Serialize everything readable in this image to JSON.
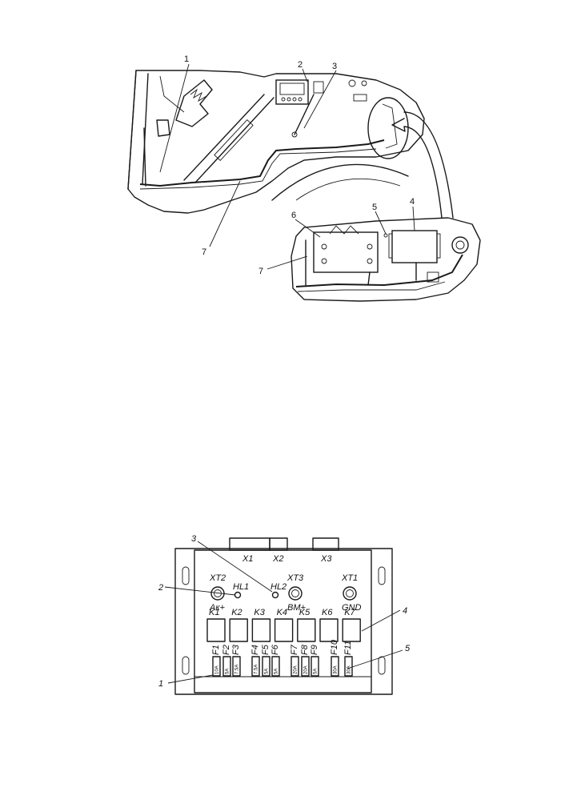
{
  "callouts_top": [
    "1",
    "2",
    "3",
    "4",
    "5",
    "6",
    "7",
    "7"
  ],
  "box": {
    "connectors": [
      "X1",
      "X2",
      "X3"
    ],
    "terminals": [
      {
        "name": "XT2",
        "sub": "Aк+"
      },
      {
        "name": "XT3",
        "sub": "ВМ+"
      },
      {
        "name": "XT1",
        "sub": "GND"
      }
    ],
    "leds": [
      "HL1",
      "HL2"
    ],
    "relays": [
      "K1",
      "K2",
      "K3",
      "K4",
      "K5",
      "K6",
      "K7"
    ],
    "fuses": [
      {
        "name": "F1",
        "rating": "10A"
      },
      {
        "name": "F2",
        "rating": "5A"
      },
      {
        "name": "F3",
        "rating": "7.5A"
      },
      {
        "name": "F4",
        "rating": "7.5A"
      },
      {
        "name": "F5",
        "rating": "5A"
      },
      {
        "name": "F6",
        "rating": "5A"
      },
      {
        "name": "F7",
        "rating": "20A"
      },
      {
        "name": "F8",
        "rating": "20A"
      },
      {
        "name": "F9",
        "rating": "5A"
      },
      {
        "name": "F10",
        "rating": "30A"
      },
      {
        "name": "F11",
        "rating": "30A"
      }
    ],
    "callouts": [
      "1",
      "2",
      "3",
      "4",
      "5"
    ]
  }
}
